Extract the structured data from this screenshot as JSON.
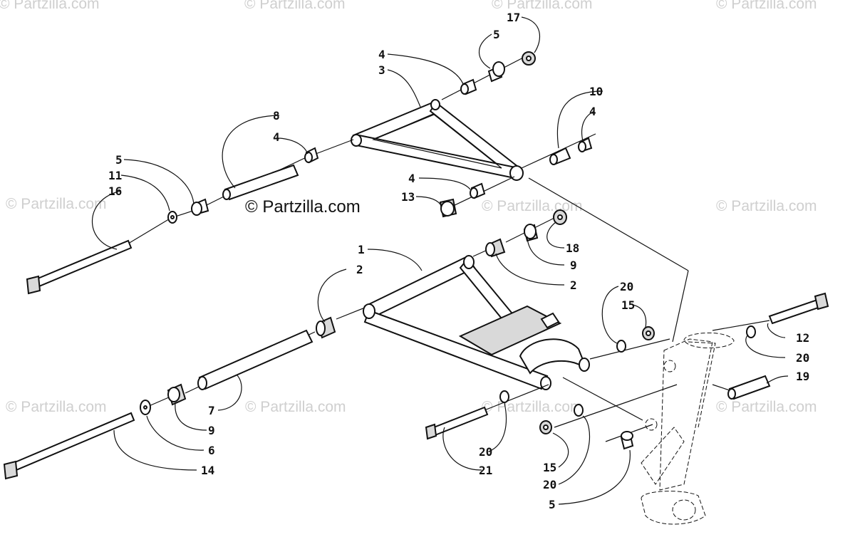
{
  "watermarks": {
    "top_left": "© Partzilla.com",
    "top_mid": "© Partzilla.com",
    "top_mid2": "© Partzilla.com",
    "top_right": "© Partzilla.com",
    "mid_left": "© Partzilla.com",
    "mid_center": "© Partzilla.com",
    "mid_right": "© Partzilla.com",
    "low_left": "© Partzilla.com",
    "low_mid": "© Partzilla.com",
    "low_center": "© Partzilla.com",
    "low_right": "© Partzilla.com"
  },
  "brand_text": "© Partzilla.com",
  "callouts": [
    {
      "id": "c17",
      "text": "17"
    },
    {
      "id": "c5a",
      "text": "5"
    },
    {
      "id": "c4a",
      "text": "4"
    },
    {
      "id": "c3",
      "text": "3"
    },
    {
      "id": "c10",
      "text": "10"
    },
    {
      "id": "c4b",
      "text": "4"
    },
    {
      "id": "c8",
      "text": "8"
    },
    {
      "id": "c4c",
      "text": "4"
    },
    {
      "id": "c5b",
      "text": "5"
    },
    {
      "id": "c11",
      "text": "11"
    },
    {
      "id": "c16",
      "text": "16"
    },
    {
      "id": "c4d",
      "text": "4"
    },
    {
      "id": "c13",
      "text": "13"
    },
    {
      "id": "c18",
      "text": "18"
    },
    {
      "id": "c9a",
      "text": "9"
    },
    {
      "id": "c2a",
      "text": "2"
    },
    {
      "id": "c1",
      "text": "1"
    },
    {
      "id": "c2b",
      "text": "2"
    },
    {
      "id": "c20a",
      "text": "20"
    },
    {
      "id": "c15a",
      "text": "15"
    },
    {
      "id": "c12",
      "text": "12"
    },
    {
      "id": "c20b",
      "text": "20"
    },
    {
      "id": "c19",
      "text": "19"
    },
    {
      "id": "c7",
      "text": "7"
    },
    {
      "id": "c9b",
      "text": "9"
    },
    {
      "id": "c6",
      "text": "6"
    },
    {
      "id": "c14",
      "text": "14"
    },
    {
      "id": "c20c",
      "text": "20"
    },
    {
      "id": "c21",
      "text": "21"
    },
    {
      "id": "c15b",
      "text": "15"
    },
    {
      "id": "c20d",
      "text": "20"
    },
    {
      "id": "c5c",
      "text": "5"
    }
  ]
}
